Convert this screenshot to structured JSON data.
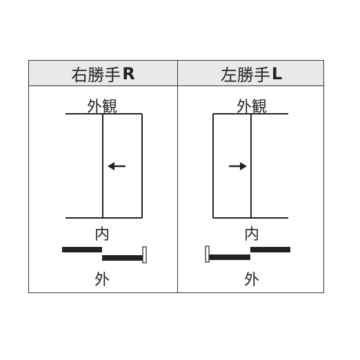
{
  "left": {
    "header_text": "右勝手",
    "header_code": "R",
    "exterior_label": "外観",
    "interior_label": "内",
    "outside_label": "外",
    "arrow_direction": "left"
  },
  "right": {
    "header_text": "左勝手",
    "header_code": "L",
    "exterior_label": "外観",
    "interior_label": "内",
    "outside_label": "外",
    "arrow_direction": "right"
  }
}
